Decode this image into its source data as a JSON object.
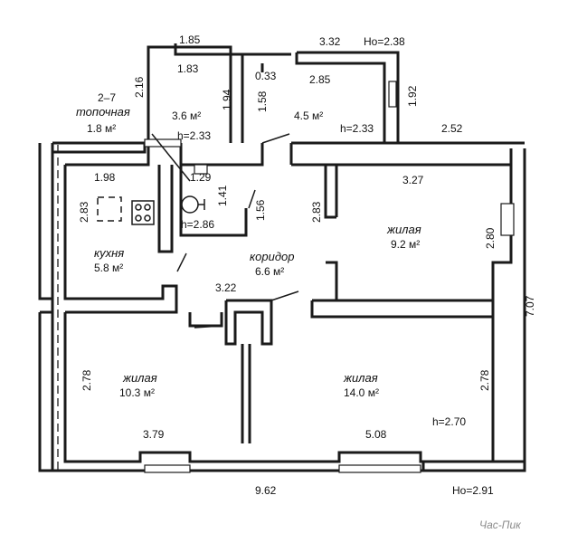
{
  "dimensions": {
    "d_185": "1.85",
    "d_183": "1.83",
    "d_216": "2.16",
    "d_332": "3.32",
    "d_h238": "Hо=2.38",
    "d_033": "0.33",
    "d_285": "2.85",
    "d_192": "1.92",
    "d_194": "1.94",
    "d_158": "1.58",
    "d_h233a": "h=2.33",
    "d_h233b": "h=2.33",
    "d_252": "2.52",
    "d_198": "1.98",
    "d_129": "1.29",
    "d_327": "3.27",
    "d_283a": "2.83",
    "d_141": "1.41",
    "d_156": "1.56",
    "d_h286": "h=2.86",
    "d_283b": "2.83",
    "d_280": "2.80",
    "d_707": "7.07",
    "d_322": "3.22",
    "d_278a": "2.78",
    "d_278b": "2.78",
    "d_h270": "h=2.70",
    "d_379": "3.79",
    "d_508": "5.08",
    "d_962": "9.62",
    "d_h291": "Hо=2.91"
  },
  "rooms": {
    "topochnaya_num": "2–7",
    "topochnaya_name": "топочная",
    "topochnaya_area": "1.8 м²",
    "bath_area": "3.6 м²",
    "wc_area": "4.5 м²",
    "kitchen_name": "кухня",
    "kitchen_area": "5.8 м²",
    "corridor_name": "коридор",
    "corridor_area": "6.6 м²",
    "living1_name": "жилая",
    "living1_area": "9.2 м²",
    "living2_name": "жилая",
    "living2_area": "10.3 м²",
    "living3_name": "жилая",
    "living3_area": "14.0 м²"
  },
  "watermark": "Час-Пик"
}
